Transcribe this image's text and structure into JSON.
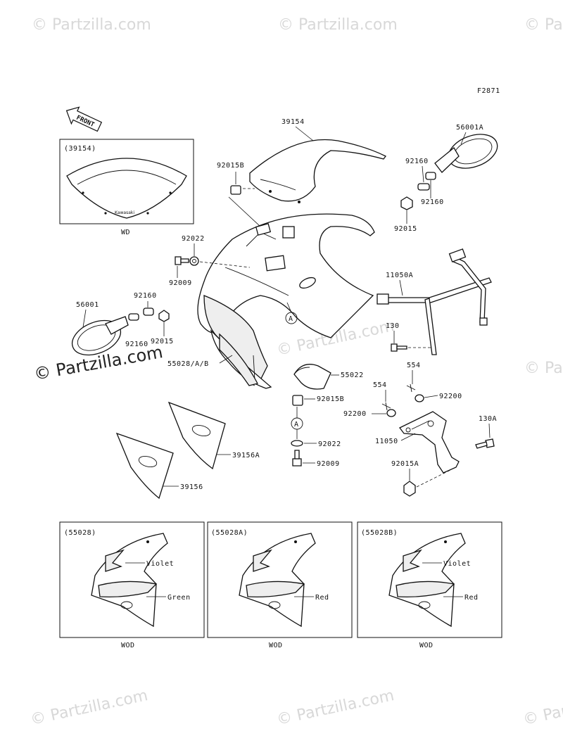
{
  "diagram": {
    "figure_id": "F2871",
    "front_label": "FRONT",
    "watermark": "© Partzilla.com",
    "callouts": {
      "c39154": "39154",
      "c56001A": "56001A",
      "c92015B_top": "92015B",
      "c92160_a": "92160",
      "c92160_b": "92160",
      "c92015_r": "92015",
      "c92022_l": "92022",
      "c92009_l": "92009",
      "c11050A": "11050A",
      "c56001": "56001",
      "c92160_l": "92160",
      "c92160_l2": "92160",
      "c92015_l": "92015",
      "c130": "130",
      "c55028": "55028/A/B",
      "c55022": "55022",
      "c554_a": "554",
      "c554_b": "554",
      "c92015B_mid": "92015B",
      "c92200_a": "92200",
      "c92200_b": "92200",
      "cA_ref": "A",
      "cA_top": "A",
      "c92022_m": "92022",
      "c130A": "130A",
      "c11050": "11050",
      "c39156A": "39156A",
      "c92009_m": "92009",
      "c92015A": "92015A",
      "c39156": "39156"
    },
    "insets": {
      "windscreen": {
        "title": "(39154)",
        "note": "WD",
        "brand": "Kawasaki"
      },
      "cowl_55028": {
        "title": "(55028)",
        "color1": "Violet",
        "color2": "Green",
        "note": "WOD"
      },
      "cowl_55028A": {
        "title": "(55028A)",
        "color1": "Red",
        "note": "WOD"
      },
      "cowl_55028B": {
        "title": "(55028B)",
        "color1": "Violet",
        "color2": "Red",
        "note": "WOD"
      }
    }
  }
}
